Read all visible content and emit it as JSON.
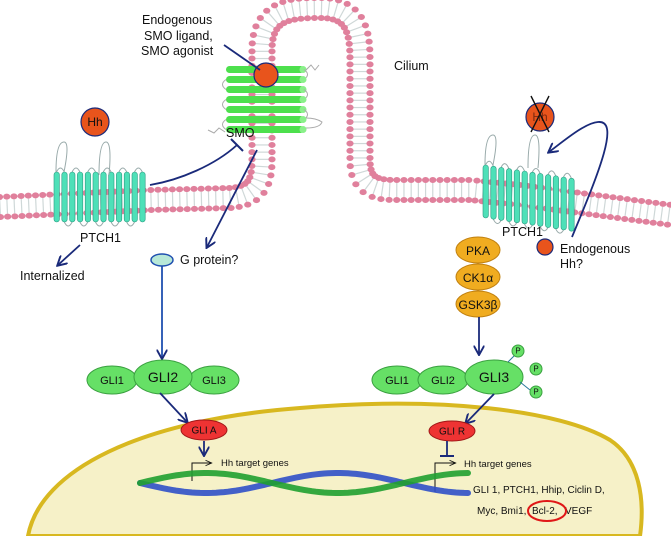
{
  "title": "Hedgehog signaling pathway: SMO activation and GLI processing",
  "colors": {
    "lipid_head": "#e0809c",
    "lipid_tail": "#cfd8d8",
    "ptch1": "#4ee0b8",
    "smo": "#4de04d",
    "hh_ligand": "#e8541c",
    "kinase": "#f0ac20",
    "gli": "#66e066",
    "gli_active": "#ee3333",
    "nucleus_fill": "#f6f1c8",
    "nucleus_edge": "#d8b820",
    "arrow": "#1a2a7a",
    "dna_blue": "#3050c8",
    "dna_green": "#20a030",
    "highlight": "#e01818"
  },
  "labels": {
    "smo_ligand": [
      "Endogenous",
      "SMO ligand,",
      "SMO agonist"
    ],
    "cilium": "Cilium",
    "smo": "SMO",
    "hh_left": "Hh",
    "hh_right": "Hh",
    "ptch1_left": "PTCH1",
    "ptch1_right": "PTCH1",
    "internalized": "Internalized",
    "g_protein": "G protein?",
    "endogenous_hh": [
      "Endogenous",
      "Hh?"
    ]
  },
  "kinases": [
    "PKA",
    "CK1α",
    "GSK3β"
  ],
  "gli_left": {
    "gli1": "GLI1",
    "gli2": "GLI2",
    "gli3": "GLI3",
    "active": "GLI A"
  },
  "gli_right": {
    "gli1": "GLI1",
    "gli2": "GLI2",
    "gli3": "GLI3",
    "repressor": "GLI R",
    "phospho": [
      "P",
      "P",
      "P"
    ]
  },
  "nucleus": {
    "target_left": "Hh target genes",
    "target_right": "Hh target genes",
    "genes_line1": "GLI 1, PTCH1, Hhip, Ciclin D,",
    "genes_line2_a": "Myc, Bmi1,",
    "genes_highlight": "Bcl-2,",
    "genes_line2_b": "VEGF"
  }
}
